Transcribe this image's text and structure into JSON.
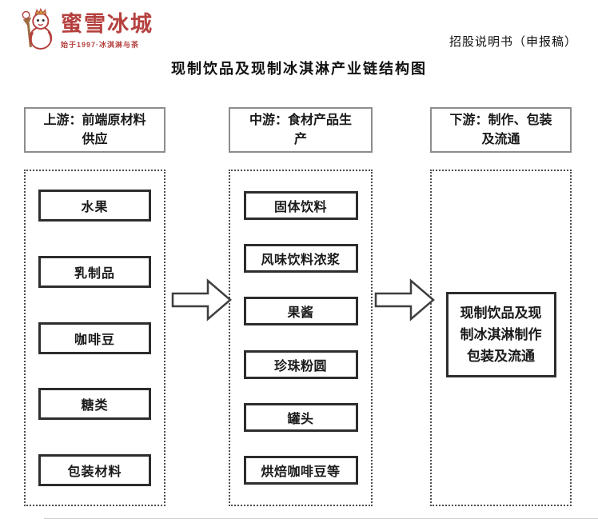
{
  "page": {
    "doc_label": "招股说明书（申报稿）",
    "title": "现制饮品及现制冰淇淋产业链结构图"
  },
  "logo": {
    "name": "蜜雪冰城",
    "tagline": "始于1997·冰淇淋与茶",
    "brand_color": "#b5413f",
    "mascot": "snowman-with-crown-and-ice-cream-scepter"
  },
  "diagram": {
    "arrow_color": "#3f3f3f",
    "columns": [
      {
        "id": "upstream",
        "header_lines": [
          "上游：前端原材料",
          "供应"
        ],
        "items": [
          "水果",
          "乳制品",
          "咖啡豆",
          "糖类",
          "包装材料"
        ]
      },
      {
        "id": "midstream",
        "header_lines": [
          "中游：食材产品生",
          "产"
        ],
        "items": [
          "固体饮料",
          "风味饮料浓浆",
          "果酱",
          "珍珠粉圆",
          "罐头",
          "烘焙咖啡豆等"
        ]
      },
      {
        "id": "downstream",
        "header_lines": [
          "下游：制作、包装",
          "及流通"
        ],
        "box_lines": [
          "现制饮品及现",
          "制冰淇淋制作",
          "包装及流通"
        ]
      }
    ]
  }
}
